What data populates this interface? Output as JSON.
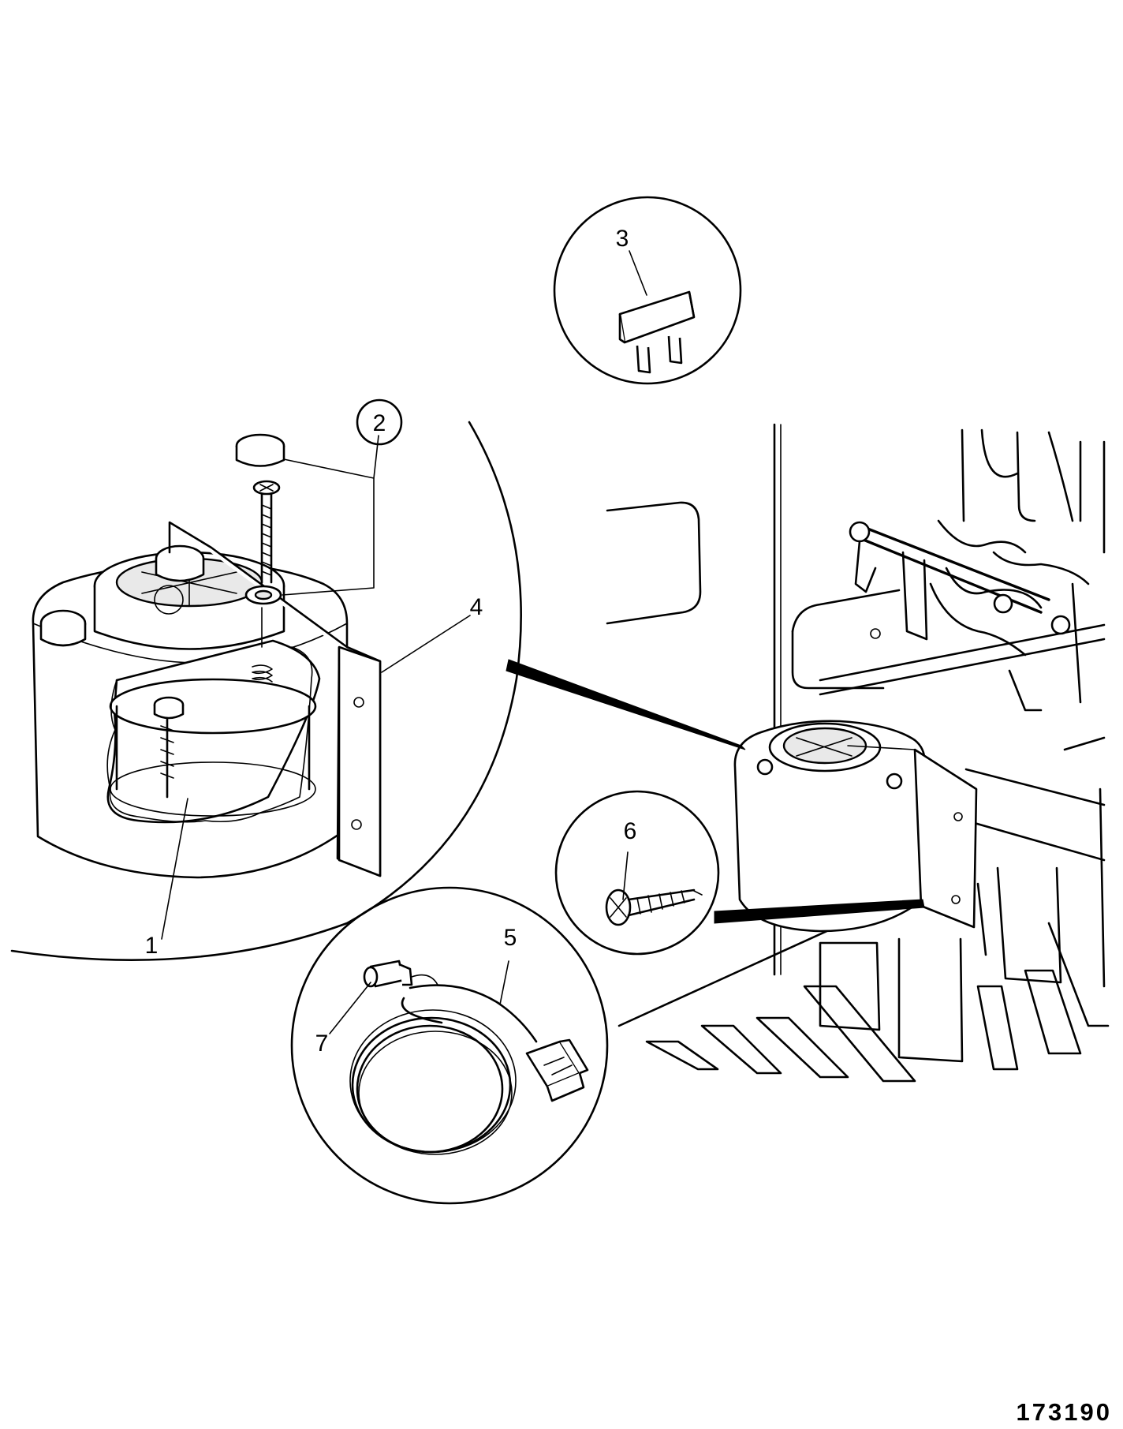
{
  "figure": {
    "figure_number": "173190"
  },
  "callouts": [
    {
      "id": "1",
      "label": "1"
    },
    {
      "id": "2",
      "label": "2"
    },
    {
      "id": "3",
      "label": "3"
    },
    {
      "id": "4",
      "label": "4"
    },
    {
      "id": "5",
      "label": "5"
    },
    {
      "id": "6",
      "label": "6"
    },
    {
      "id": "7",
      "label": "7"
    }
  ]
}
